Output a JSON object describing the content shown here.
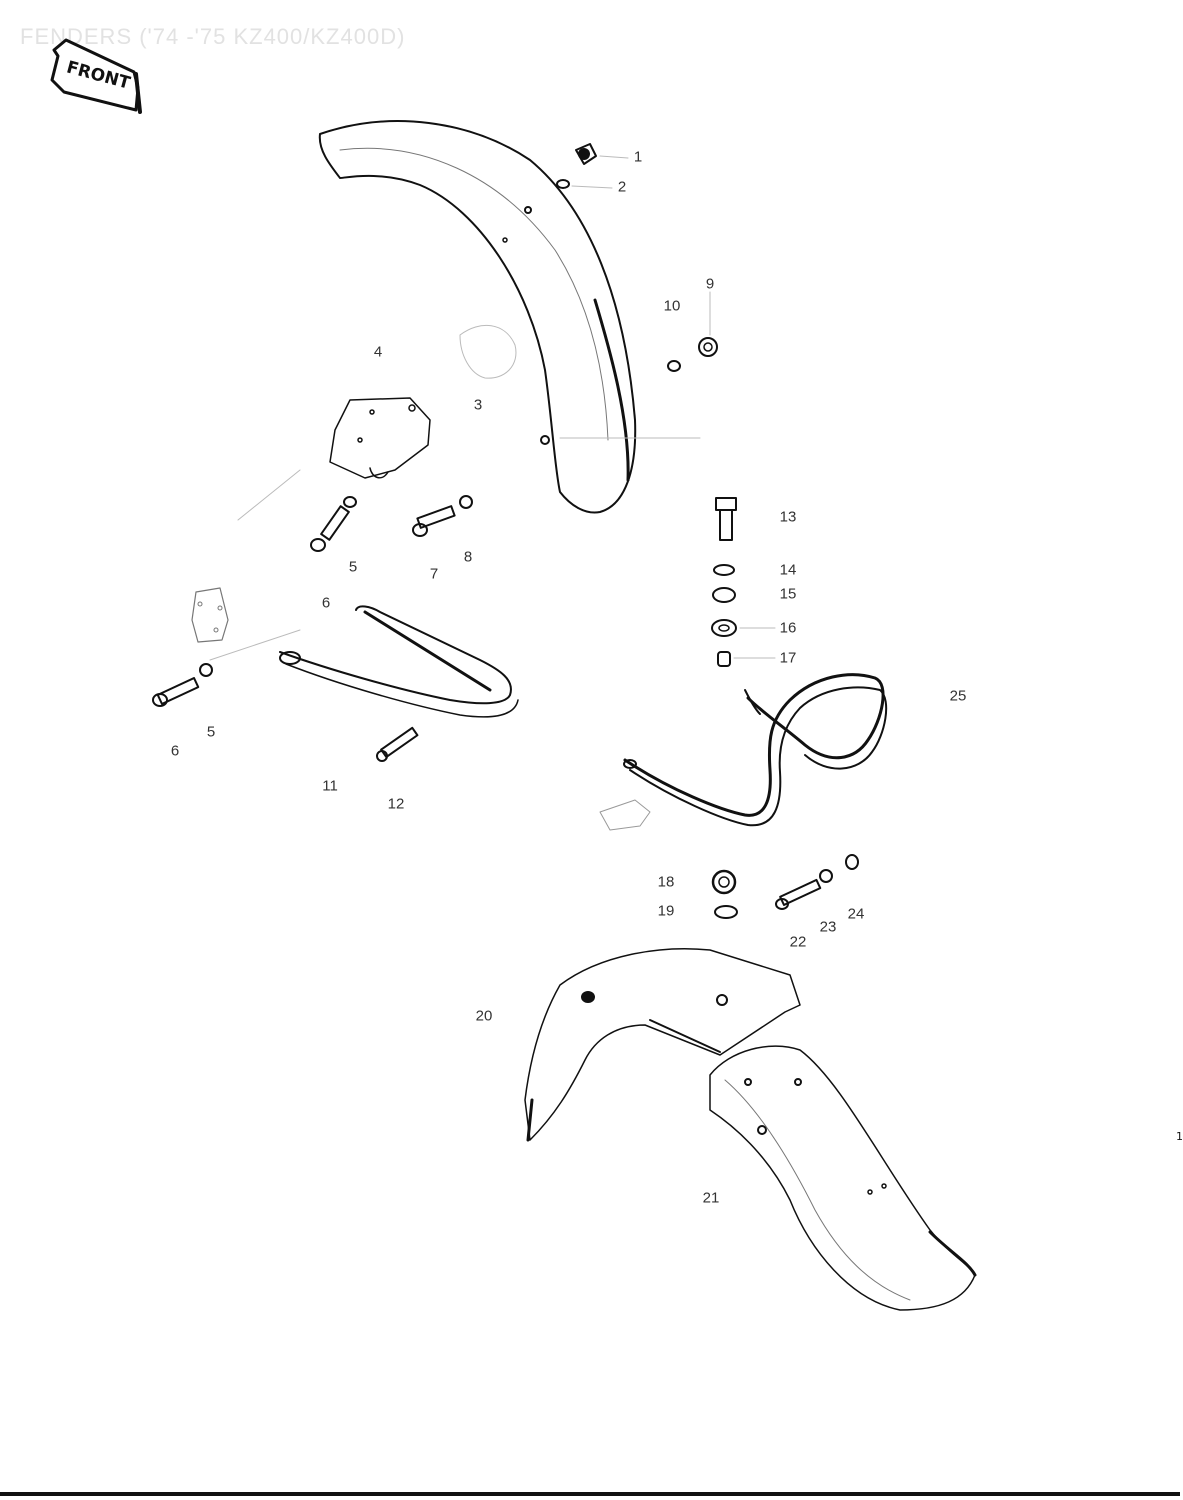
{
  "title": "FENDERS ('74 -'75 KZ400/KZ400D)",
  "front_label": "FRONT",
  "page_mark": "1",
  "colors": {
    "ink": "#111111",
    "title": "#e2e2e2",
    "background": "#ffffff"
  },
  "icons": {
    "orientation": "front-arrow-icon"
  },
  "callouts": [
    {
      "id": "c1",
      "label": "1"
    },
    {
      "id": "c2",
      "label": "2"
    },
    {
      "id": "c3",
      "label": "3"
    },
    {
      "id": "c4",
      "label": "4"
    },
    {
      "id": "c5a",
      "label": "5"
    },
    {
      "id": "c5b",
      "label": "5"
    },
    {
      "id": "c6a",
      "label": "6"
    },
    {
      "id": "c6b",
      "label": "6"
    },
    {
      "id": "c7",
      "label": "7"
    },
    {
      "id": "c8",
      "label": "8"
    },
    {
      "id": "c9",
      "label": "9"
    },
    {
      "id": "c10",
      "label": "10"
    },
    {
      "id": "c11",
      "label": "11"
    },
    {
      "id": "c12",
      "label": "12"
    },
    {
      "id": "c13",
      "label": "13"
    },
    {
      "id": "c14",
      "label": "14"
    },
    {
      "id": "c15",
      "label": "15"
    },
    {
      "id": "c16",
      "label": "16"
    },
    {
      "id": "c17",
      "label": "17"
    },
    {
      "id": "c18",
      "label": "18"
    },
    {
      "id": "c19",
      "label": "19"
    },
    {
      "id": "c20",
      "label": "20"
    },
    {
      "id": "c21",
      "label": "21"
    },
    {
      "id": "c22",
      "label": "22"
    },
    {
      "id": "c23",
      "label": "23"
    },
    {
      "id": "c24",
      "label": "24"
    },
    {
      "id": "c25",
      "label": "25"
    }
  ]
}
